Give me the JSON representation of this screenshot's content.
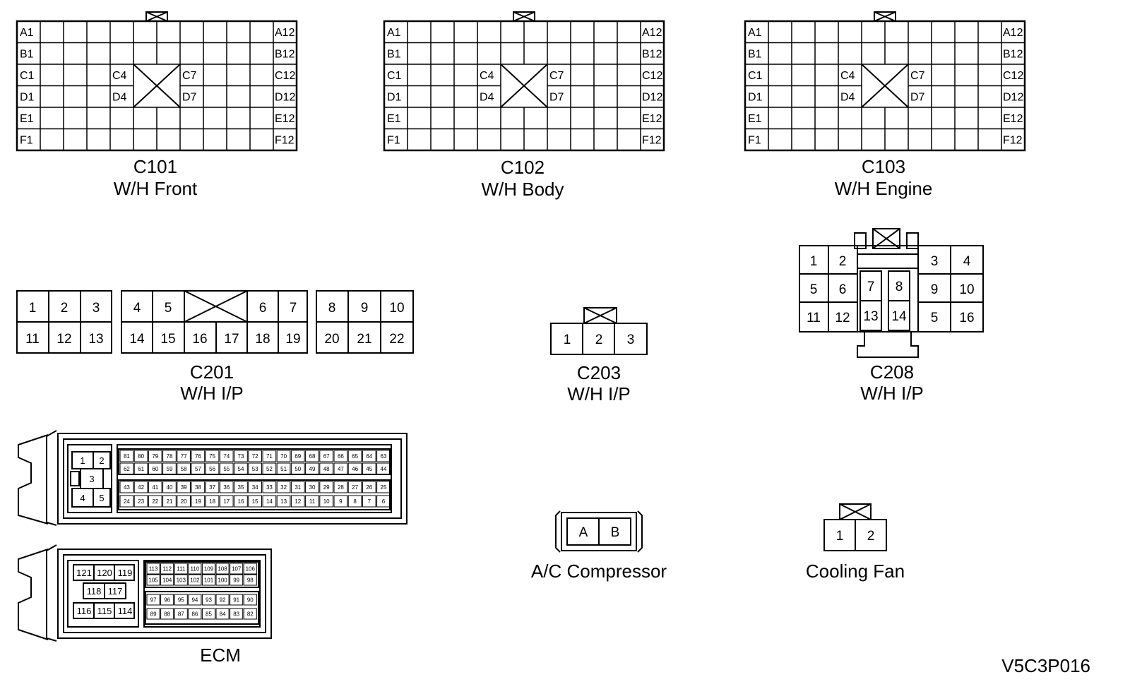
{
  "c101": {
    "name": "C101",
    "desc": "W/H Front"
  },
  "c102": {
    "name": "C102",
    "desc": "W/H Body"
  },
  "c103": {
    "name": "C103",
    "desc": "W/H Engine"
  },
  "grid_pins": {
    "rows_left": [
      "A1",
      "B1",
      "C1",
      "D1",
      "E1",
      "F1"
    ],
    "rows_right": [
      "A12",
      "B12",
      "C12",
      "D12",
      "E12",
      "F12"
    ],
    "c4": "C4",
    "d4": "D4",
    "c7": "C7",
    "d7": "D7"
  },
  "c201": {
    "name": "C201",
    "desc": "W/H I/P",
    "top": [
      "1",
      "2",
      "3",
      "4",
      "5",
      "6",
      "7",
      "8",
      "9",
      "10"
    ],
    "bottom": [
      "11",
      "12",
      "13",
      "14",
      "15",
      "16",
      "17",
      "18",
      "19",
      "20",
      "21",
      "22"
    ]
  },
  "c203": {
    "name": "C203",
    "desc": "W/H I/P",
    "pins": [
      "1",
      "2",
      "3"
    ]
  },
  "c208": {
    "name": "C208",
    "desc": "W/H I/P",
    "pins": [
      "1",
      "2",
      "3",
      "4",
      "5",
      "6",
      "7",
      "8",
      "9",
      "10",
      "11",
      "12",
      "13",
      "14",
      "5",
      "16"
    ]
  },
  "ecm": {
    "name": "ECM",
    "big_rows": [
      [
        "81",
        "80",
        "79",
        "78",
        "77",
        "76",
        "75",
        "74",
        "73",
        "72",
        "71",
        "70",
        "69",
        "68",
        "67",
        "66",
        "65",
        "64",
        "63"
      ],
      [
        "62",
        "61",
        "60",
        "59",
        "58",
        "57",
        "56",
        "55",
        "54",
        "53",
        "52",
        "51",
        "50",
        "49",
        "48",
        "47",
        "46",
        "45",
        "44"
      ],
      [
        "43",
        "42",
        "41",
        "40",
        "39",
        "38",
        "37",
        "36",
        "35",
        "34",
        "33",
        "32",
        "31",
        "30",
        "29",
        "28",
        "27",
        "26",
        "25"
      ],
      [
        "24",
        "23",
        "22",
        "21",
        "20",
        "19",
        "18",
        "17",
        "16",
        "15",
        "14",
        "13",
        "12",
        "11",
        "10",
        "9",
        "8",
        "7",
        "6"
      ]
    ],
    "big_power": [
      "1",
      "2",
      "3",
      "4",
      "5"
    ],
    "small_rows": [
      [
        "113",
        "112",
        "111",
        "110",
        "109",
        "108",
        "107",
        "106"
      ],
      [
        "105",
        "104",
        "103",
        "102",
        "101",
        "100",
        "99",
        "98"
      ],
      [
        "97",
        "96",
        "95",
        "94",
        "93",
        "92",
        "91",
        "90"
      ],
      [
        "89",
        "88",
        "87",
        "86",
        "85",
        "84",
        "83",
        "82"
      ]
    ],
    "small_power": [
      "121",
      "120",
      "119",
      "118",
      "117",
      "116",
      "115",
      "114"
    ]
  },
  "ac": {
    "name": "A/C Compressor",
    "pins": [
      "A",
      "B"
    ]
  },
  "fan": {
    "name": "Cooling Fan",
    "pins": [
      "1",
      "2"
    ]
  },
  "code": "V5C3P016"
}
